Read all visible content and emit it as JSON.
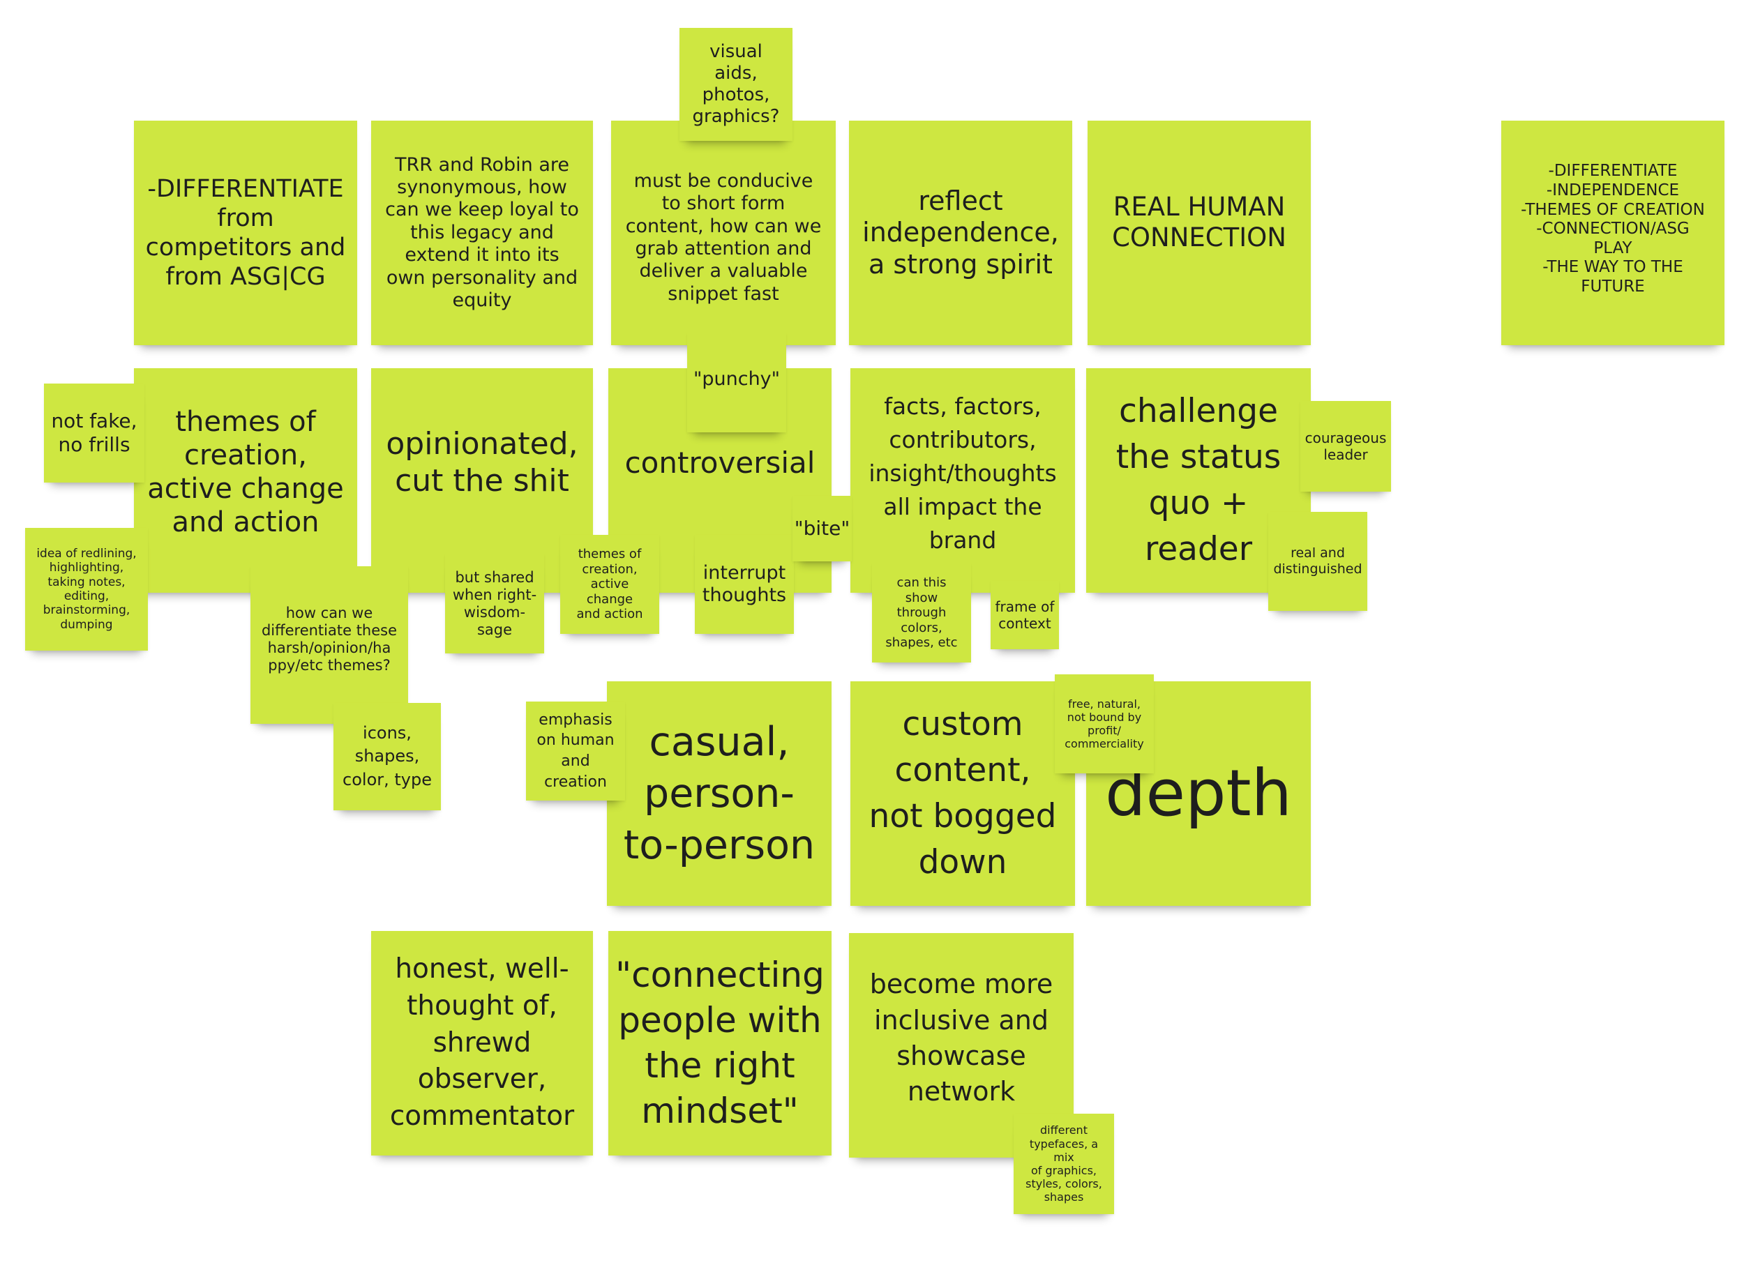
{
  "background": "#ffffff",
  "note_color": "#cee741",
  "notes": [
    {
      "id": "visual-aids",
      "text": "visual aids,\nphotos,\ngraphics?"
    },
    {
      "id": "differentiate",
      "text": "-DIFFERENTIATE\nfrom\ncompetitors and\nfrom ASG|CG"
    },
    {
      "id": "trr-robin",
      "text": "TRR and Robin are\nsynonymous, how\ncan we keep loyal to\nthis legacy and\nextend it into its\nown personality and\nequity"
    },
    {
      "id": "short-form",
      "text": "must be conducive\nto short form\ncontent, how can we\ngrab attention and\ndeliver a valuable\nsnippet fast"
    },
    {
      "id": "reflect-independence",
      "text": "reflect\nindependence,\na strong spirit"
    },
    {
      "id": "real-human-connection",
      "text": "REAL HUMAN\nCONNECTION"
    },
    {
      "id": "summary-list",
      "text": "-DIFFERENTIATE\n-INDEPENDENCE\n-THEMES OF CREATION\n-CONNECTION/ASG\nPLAY\n-THE WAY TO THE\nFUTURE"
    },
    {
      "id": "not-fake",
      "text": "not fake,\nno frills"
    },
    {
      "id": "themes-of-creation",
      "text": "themes of\ncreation,\nactive change\nand action"
    },
    {
      "id": "opinionated",
      "text": "opinionated,\ncut the shit"
    },
    {
      "id": "punchy",
      "text": "\"punchy\""
    },
    {
      "id": "controversial",
      "text": "controversial"
    },
    {
      "id": "facts-factors",
      "text": "facts, factors,\ncontributors,\ninsight/thoughts\nall impact the\nbrand"
    },
    {
      "id": "challenge-status-quo",
      "text": "challenge\nthe status\nquo +\nreader"
    },
    {
      "id": "courageous-leader",
      "text": "courageous\nleader"
    },
    {
      "id": "idea-of-redlining",
      "text": "idea of redlining,\nhighlighting,\ntaking notes,\nediting,\nbrainstorming,\ndumping"
    },
    {
      "id": "how-differentiate-themes",
      "text": "how can we\ndifferentiate these\nharsh/opinion/ha\nppy/etc themes?"
    },
    {
      "id": "but-shared",
      "text": "but shared\nwhen right-\nwisdom-\nsage"
    },
    {
      "id": "themes-small",
      "text": "themes of\ncreation,\nactive change\nand action"
    },
    {
      "id": "bite",
      "text": "\"bite\""
    },
    {
      "id": "interrupt-thoughts",
      "text": "interrupt\nthoughts"
    },
    {
      "id": "can-this-show",
      "text": "can this show\nthrough\ncolors,\nshapes, etc"
    },
    {
      "id": "frame-of-context",
      "text": "frame of\ncontext"
    },
    {
      "id": "real-distinguished",
      "text": "real and\ndistinguished"
    },
    {
      "id": "icons-shapes",
      "text": "icons,\nshapes,\ncolor, type"
    },
    {
      "id": "emphasis-human",
      "text": "emphasis\non human\nand\ncreation"
    },
    {
      "id": "casual",
      "text": "casual,\nperson-\nto-person"
    },
    {
      "id": "custom-content",
      "text": "custom\ncontent,\nnot bogged\ndown"
    },
    {
      "id": "free-natural",
      "text": "free, natural,\nnot bound by\nprofit/\ncommerciality"
    },
    {
      "id": "depth",
      "text": "depth"
    },
    {
      "id": "honest",
      "text": "honest, well-\nthought of,\nshrewd\nobserver,\ncommentator"
    },
    {
      "id": "connecting-people",
      "text": "\"connecting\npeople with\nthe right\nmindset\""
    },
    {
      "id": "inclusive",
      "text": "become more\ninclusive and\nshowcase\nnetwork"
    },
    {
      "id": "typefaces",
      "text": "different\ntypefaces, a mix\nof graphics,\nstyles, colors,\nshapes"
    }
  ]
}
